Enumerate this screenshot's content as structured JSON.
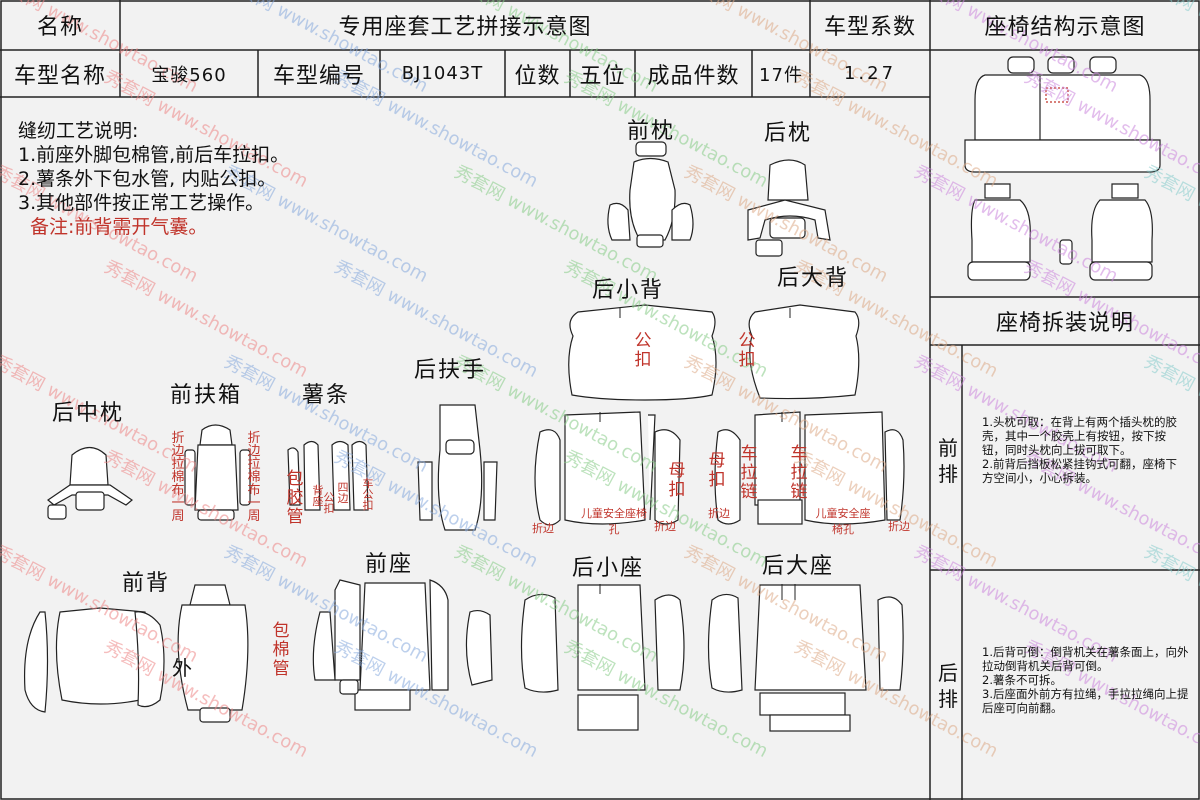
{
  "header": {
    "name_label": "名称",
    "title": "专用座套工艺拼接示意图",
    "coef_label": "车型系数",
    "structure_title": "座椅结构示意图",
    "model_label": "车型名称",
    "model_value": "宝骏560",
    "code_label": "车型编号",
    "code_value": "BJ1043T",
    "seats_label": "位数",
    "seats_value": "五位",
    "pieces_label": "成品件数",
    "pieces_value": "17件",
    "coef_value": "1.27"
  },
  "instructions": {
    "title": "缝纫工艺说明:",
    "lines": [
      "1.前座外脚包棉管,前后车拉扣。",
      "2.薯条外下包水管, 内贴公扣。",
      "3.其他部件按正常工艺操作。"
    ],
    "remark": "备注:前背需开气囊。"
  },
  "parts": {
    "front_headrest": "前枕",
    "rear_headrest": "后枕",
    "rear_small_back": "后小背",
    "rear_big_back": "后大背",
    "rear_armrest": "后扶手",
    "front_armbox": "前扶箱",
    "fries": "薯条",
    "rear_middle_headrest": "后中枕",
    "front_back": "前背",
    "front_seat": "前座",
    "rear_small_seat": "后小座",
    "rear_big_seat": "后大座"
  },
  "annotations": {
    "male_snap": "公扣",
    "female_snap": "母扣",
    "car_zipper": "车拉链",
    "child_seat_hole": "儿童安全座椅孔",
    "folded_edge": "折边",
    "fold_edge_around": "折边拉棉布一周",
    "wrap_tube": "包胶管",
    "wrap_cotton_tube": "包棉管",
    "outer": "外",
    "back_seat": "背座",
    "four_sides": "四边",
    "car_snap": "车公扣",
    "male_snap_small": "公扣"
  },
  "disassembly": {
    "title": "座椅拆装说明",
    "front_label": "前排",
    "front_text": "1.头枕可取：在背上有两个插头枕的胶壳，其中一个胶壳上有按钮，按下按钮，同时头枕向上拔可取下。\n2.前背后挡板松紧挂钩式可翻，座椅下方空间小，小心拆装。",
    "rear_label": "后排",
    "rear_text": "1.后背可倒：倒背机关在薯条面上，向外拉动倒背机关后背可倒。\n2.薯条不可拆。\n3.后座面外前方有拉绳，手拉拉绳向上提后座可向前翻。"
  },
  "watermark": {
    "text": "秀套网 www.showtao.com"
  }
}
